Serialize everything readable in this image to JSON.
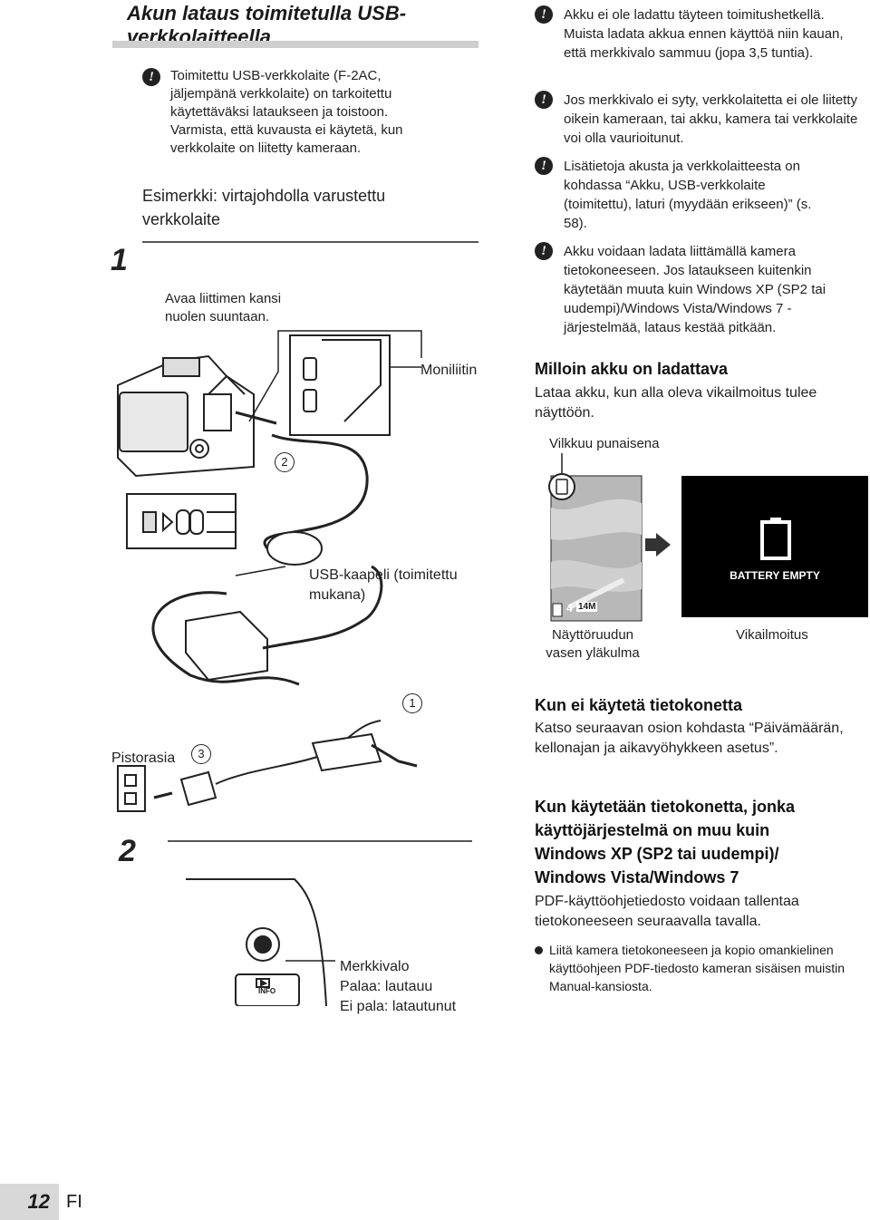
{
  "section": {
    "title": "Akun lataus toimitetulla USB-verkkolaitteella"
  },
  "left": {
    "note": "Toimitettu USB-verkkolaite (F-2AC, jäljempänä verkkolaite) on tarkoitettu käytettäväksi lataukseen ja toistoon. Varmista, että kuvausta ei käytetä, kun verkkolaite on liitetty kameraan.",
    "example_heading": "Esimerkki: virtajohdolla varustettu verkkolaite",
    "step1_number": "1",
    "step1_text": "Avaa liittimen kansi nuolen suuntaan.",
    "multiconnector_label": "Moniliitin",
    "usb_cable_label": "USB-kaapeli (toimitettu mukana)",
    "outlet_label": "Pistorasia",
    "step2_number": "2",
    "indicator_label_1": "Merkkivalo",
    "indicator_label_2": "Palaa: lautauu",
    "indicator_label_3": "Ei pala: latautunut",
    "callout_1": "1",
    "callout_2": "2",
    "callout_3": "3",
    "info_button": "INFO"
  },
  "right": {
    "notes": [
      "Akku ei ole ladattu täyteen toimitushetkellä. Muista ladata akkua ennen käyttöä niin kauan, että merkkivalo sammuu (jopa 3,5 tuntia).",
      "Jos merkkivalo ei syty, verkkolaitetta ei ole liitetty oikein kameraan, tai akku, kamera tai verkkolaite voi olla vaurioitunut.",
      "Lisätietoja akusta ja verkkolaitteesta on kohdassa “Akku, USB-verkkolaite (toimitettu), laturi (myydään erikseen)” (s. 58).",
      "Akku voidaan ladata liittämällä kamera tietokoneeseen. Jos lataukseen kuitenkin käytetään muuta kuin Windows XP (SP2 tai uudempi)/Windows Vista/Windows 7 -järjestelmää, lataus kestää pitkään."
    ],
    "when_heading": "Milloin akku on ladattava",
    "when_text": "Lataa akku, kun alla oleva vikailmoitus tulee näyttöön.",
    "blink_label": "Vilkkuu punaisena",
    "screen_caption_1": "Näyttöruudun",
    "screen_caption_2": "vasen yläkulma",
    "screen_count": "4",
    "screen_size": "14M",
    "error_caption": "Vikailmoitus",
    "battery_empty": "BATTERY EMPTY",
    "no_pc_heading": "Kun ei käytetä tietokonetta",
    "no_pc_text": "Katso seuraavan osion kohdasta “Päivämäärän, kellonajan ja aikavyöhykkeen asetus”.",
    "other_os_heading": "Kun käytetään tietokonetta, jonka käyttöjärjestelmä on muu kuin Windows XP (SP2 tai uudempi)/ Windows Vista/Windows 7",
    "other_os_text": "PDF-käyttöohjetiedosto voidaan tallentaa tietokoneeseen seuraavalla tavalla.",
    "bullet_text": "Liitä kamera tietokoneeseen ja kopio omankielinen käyttöohjeen PDF-tiedosto kameran sisäisen muistin Manual-kansiosta."
  },
  "footer": {
    "page_number": "12",
    "language": "FI"
  },
  "colors": {
    "title_bar": "#cfcfcf",
    "page_tab": "#d8d8d8",
    "error_screen": "#000000"
  }
}
